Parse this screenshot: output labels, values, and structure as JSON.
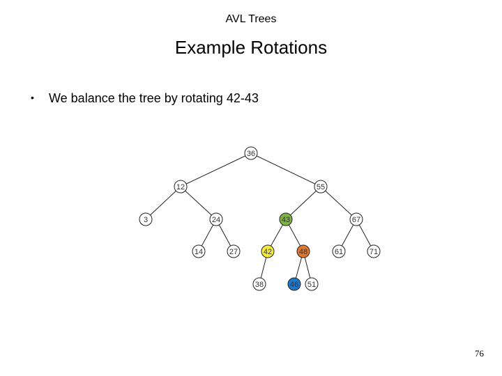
{
  "header": {
    "title": "AVL Trees"
  },
  "slide": {
    "title": "Example Rotations",
    "bullet": "We balance the tree by rotating 42-43",
    "bullet_symbol": "•",
    "page_number": "76"
  },
  "tree": {
    "nodes": [
      {
        "id": "n36",
        "label": "36",
        "fill": "#ffffff"
      },
      {
        "id": "n12",
        "label": "12",
        "fill": "#ffffff"
      },
      {
        "id": "n55",
        "label": "55",
        "fill": "#ffffff"
      },
      {
        "id": "n3",
        "label": "3",
        "fill": "#ffffff"
      },
      {
        "id": "n24",
        "label": "24",
        "fill": "#ffffff"
      },
      {
        "id": "n43",
        "label": "43",
        "fill": "#7cb342"
      },
      {
        "id": "n67",
        "label": "67",
        "fill": "#ffffff"
      },
      {
        "id": "n14",
        "label": "14",
        "fill": "#ffffff"
      },
      {
        "id": "n27",
        "label": "27",
        "fill": "#ffffff"
      },
      {
        "id": "n42",
        "label": "42",
        "fill": "#f7ec3a"
      },
      {
        "id": "n48",
        "label": "48",
        "fill": "#e0772e"
      },
      {
        "id": "n61",
        "label": "61",
        "fill": "#ffffff"
      },
      {
        "id": "n71",
        "label": "71",
        "fill": "#ffffff"
      },
      {
        "id": "n38",
        "label": "38",
        "fill": "#ffffff"
      },
      {
        "id": "n46",
        "label": "46",
        "fill": "#1f78c8"
      },
      {
        "id": "n51",
        "label": "51",
        "fill": "#ffffff"
      }
    ],
    "edges": [
      [
        "n36",
        "n12"
      ],
      [
        "n36",
        "n55"
      ],
      [
        "n12",
        "n3"
      ],
      [
        "n12",
        "n24"
      ],
      [
        "n55",
        "n43"
      ],
      [
        "n55",
        "n67"
      ],
      [
        "n24",
        "n14"
      ],
      [
        "n24",
        "n27"
      ],
      [
        "n43",
        "n42"
      ],
      [
        "n43",
        "n48"
      ],
      [
        "n67",
        "n61"
      ],
      [
        "n67",
        "n71"
      ],
      [
        "n42",
        "n38"
      ],
      [
        "n48",
        "n46"
      ],
      [
        "n48",
        "n51"
      ]
    ]
  }
}
